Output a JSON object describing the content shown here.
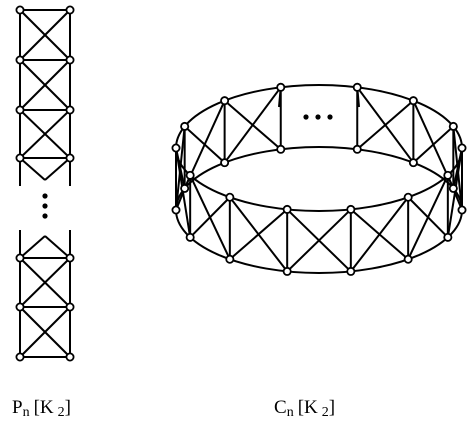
{
  "captions": {
    "path": {
      "main": "P",
      "sub": "n",
      "open": "[K",
      "sub2": "2",
      "close": "]"
    },
    "cycle": {
      "main": "C",
      "sub": "n",
      "open": "[K",
      "sub2": "2",
      "close": "]"
    }
  },
  "ellipsis_vertical": "⋮",
  "ellipsis_horizontal": "…",
  "colors": {
    "stroke": "#000000",
    "vertex_fill": "#ffffff",
    "background": "#ffffff"
  }
}
